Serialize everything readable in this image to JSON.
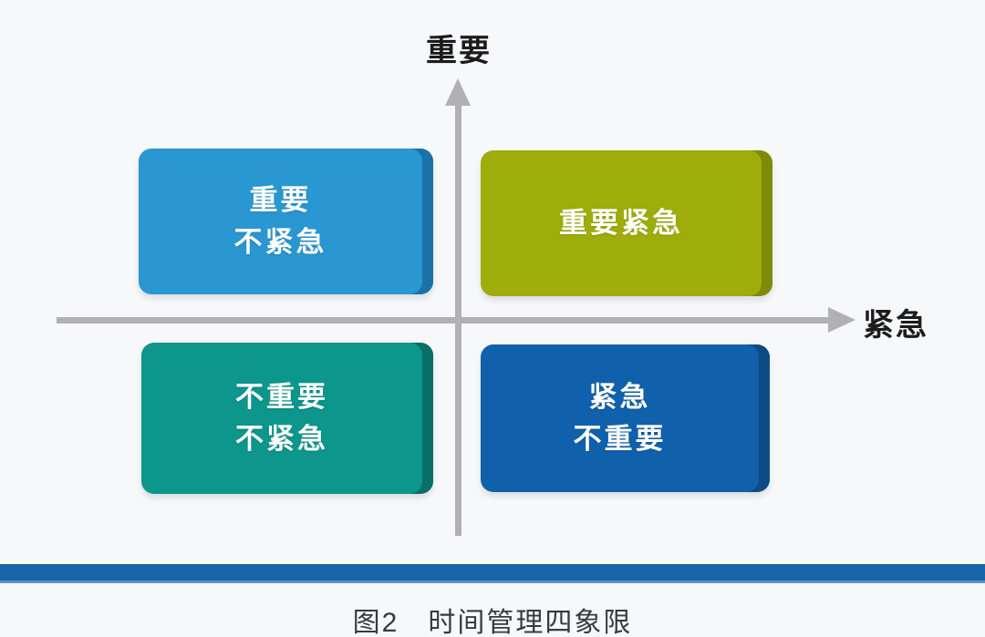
{
  "figure": {
    "axes": {
      "y_label": "重要",
      "x_label": "紧急"
    },
    "quadrants": {
      "top_left": {
        "line1": "重要",
        "line2": "不紧急",
        "face": "#2997d1",
        "side": "#1b72a9"
      },
      "top_right": {
        "line1": "重要紧急",
        "face": "#9ead0b",
        "side": "#7e8b08"
      },
      "bottom_left": {
        "line1": "不重要",
        "line2": "不紧急",
        "face": "#0c968c",
        "side": "#0a6f67"
      },
      "bottom_right": {
        "line1": "紧急",
        "line2": "不重要",
        "face": "#1160ab",
        "side": "#0d4b84"
      }
    },
    "caption": "图2　时间管理四象限",
    "colors": {
      "background": "#f7f8fa",
      "axis": "#b1b1b3",
      "bottom_bar": "#1565a8",
      "quadrant_text": "#ffffff",
      "axis_label_text": "#1c1c1c",
      "caption_text": "#3a3a3a"
    }
  }
}
